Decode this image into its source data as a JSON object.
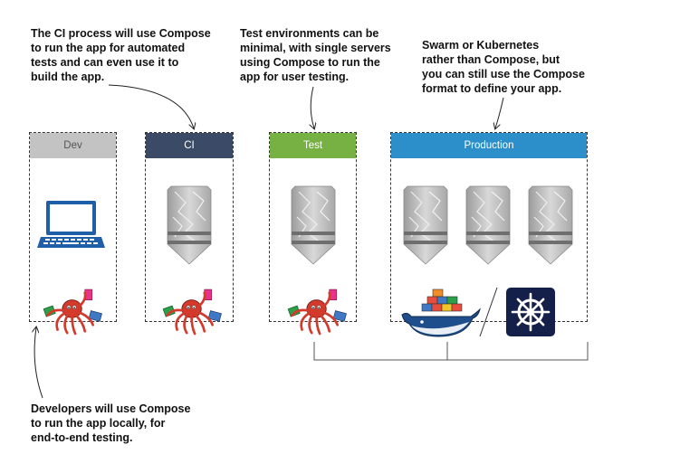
{
  "callouts": {
    "ci": "The CI process will use Compose\nto run the app for automated\ntests and can even use it to\nbuild the app.",
    "test": "Test environments can be\nminimal, with single servers\nusing Compose to run the\napp for user testing.",
    "production": "Swarm or Kubernetes\nrather than Compose, but\nyou can still use the Compose\nformat to define your app.",
    "dev": "Developers will use Compose\nto run the app locally, for\nend-to-end testing."
  },
  "environments": {
    "dev": {
      "label": "Dev",
      "color": "#c3c3c3"
    },
    "ci": {
      "label": "CI",
      "color": "#3b4b67"
    },
    "test": {
      "label": "Test",
      "color": "#77b043"
    },
    "production": {
      "label": "Production",
      "color": "#2c8fca"
    }
  },
  "icons": {
    "laptop": "laptop-icon",
    "server": "server-icon",
    "compose_mascot": "docker-compose-octopus-icon",
    "swarm": "docker-whale-icon",
    "kubernetes": "kubernetes-helm-icon"
  }
}
